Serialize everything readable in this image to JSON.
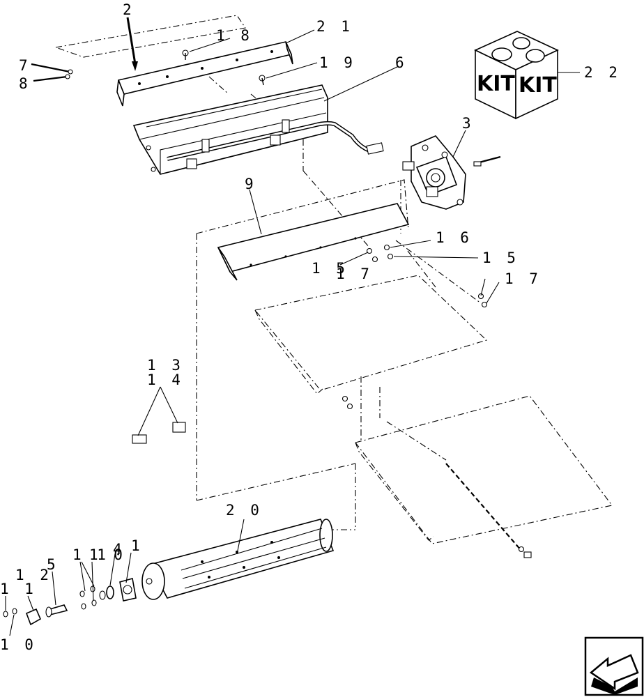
{
  "diagram": {
    "labels": {
      "p1": "1",
      "p2": "2",
      "p3": "3",
      "p4": "4",
      "p5": "5",
      "p6": "6",
      "p7": "7",
      "p8": "8",
      "p9": "9",
      "p10a": "1 0",
      "p10b": "1 0",
      "p11a": "1 1",
      "p11b": "1 1",
      "p12": "1 2",
      "p13": "1 3",
      "p14": "1 4",
      "p15a": "1 5",
      "p15b": "1 5",
      "p16": "1 6",
      "p17a": "1 7",
      "p17b": "1 7",
      "p18": "1 8",
      "p19": "1 9",
      "p20": "2 0",
      "p21": "2 1",
      "p22": "2 2"
    },
    "kit_box": {
      "left_text": "KIT",
      "right_text": "KIT"
    },
    "nav_icon": "arrow-left-down-icon"
  }
}
